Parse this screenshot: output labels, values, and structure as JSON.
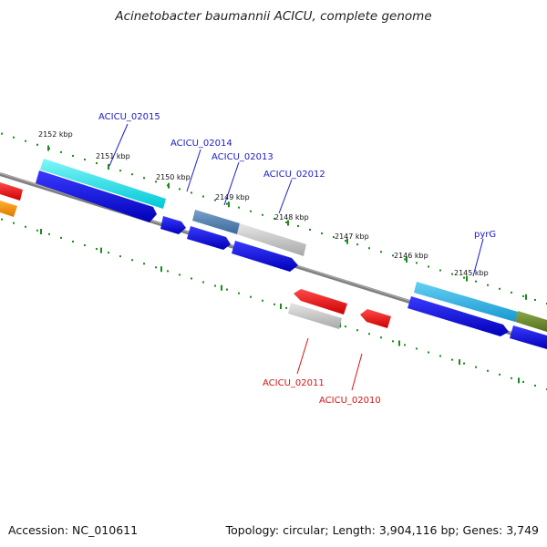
{
  "title": "Acinetobacter baumannii ACICU, complete genome",
  "footer": {
    "accession": "Accession: NC_010611",
    "topology": "Topology: circular; Length: 3,904,116 bp; Genes: 3,749"
  },
  "colors": {
    "backbone": "#808080",
    "tick": "#1a8a1a",
    "forward_label": "#1a1acc",
    "reverse_label": "#dd1111"
  },
  "ticks": [
    "2152 kbp",
    "2151 kbp",
    "2150 kbp",
    "2149 kbp",
    "2148 kbp",
    "2147 kbp",
    "2146 kbp",
    "2145 kbp"
  ],
  "genes": {
    "forward": [
      "ACICU_02015",
      "ACICU_02014",
      "ACICU_02013",
      "ACICU_02012",
      "pyrG"
    ],
    "reverse": [
      "ACICU_02011",
      "ACICU_02010"
    ]
  }
}
